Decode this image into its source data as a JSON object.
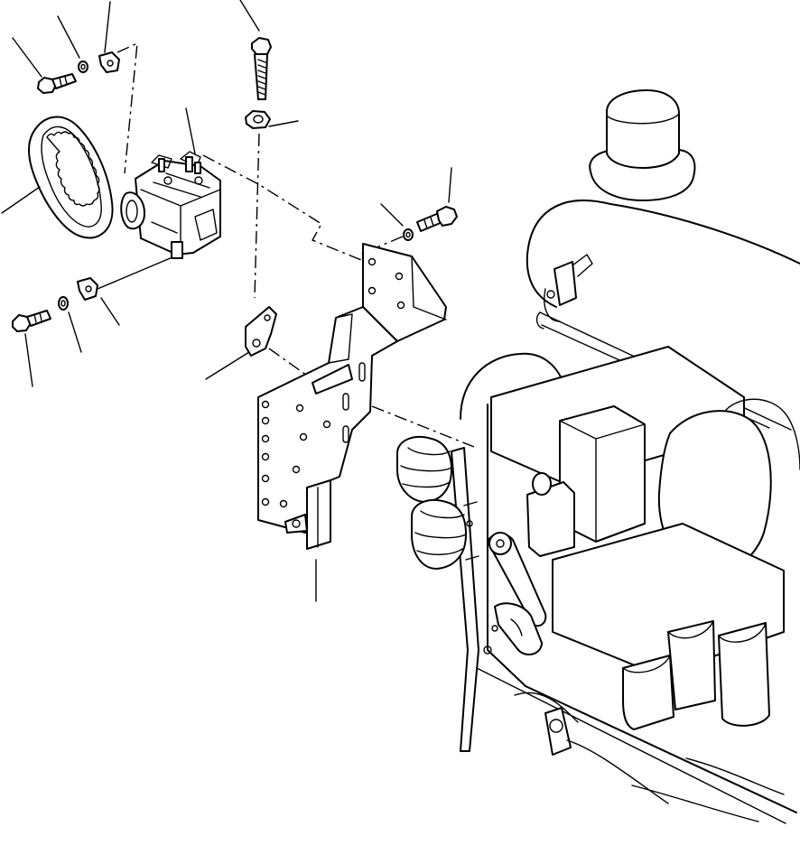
{
  "diagram": {
    "kind": "exploded-parts-illustration",
    "callout_count": 15,
    "parts": [
      "hex-bolt-upper-left",
      "washer-upper-left",
      "clip-upper",
      "v-belt",
      "compressor",
      "hex-bolt-lower-left",
      "washer-lower-left",
      "clip-lower",
      "long-bolt",
      "hex-nut",
      "bolt-right",
      "washer-right",
      "mounting-bracket",
      "small-link-plate",
      "engine-assembly"
    ],
    "colors": {
      "line": "#000000",
      "background": "#ffffff"
    }
  }
}
